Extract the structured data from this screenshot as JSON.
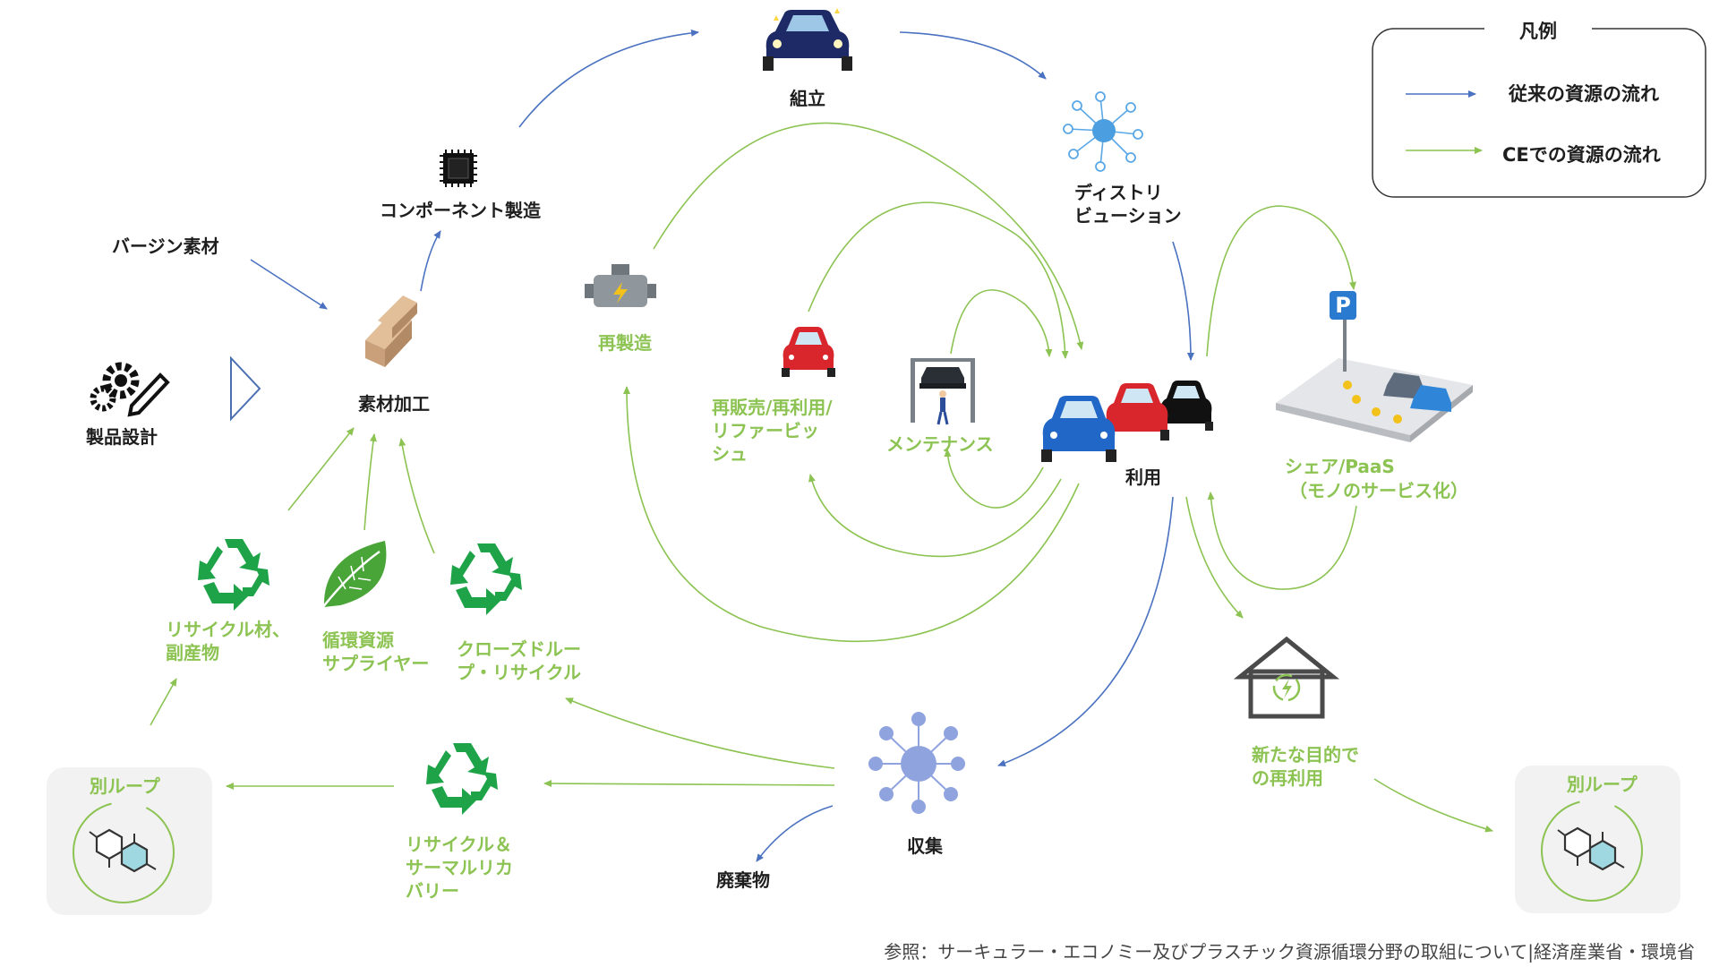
{
  "nodes": {
    "product_design": "製品設計",
    "virgin_material": "バージン素材",
    "material_processing": "素材加工",
    "component_manufacturing": "コンポーネント製造",
    "assembly": "組立",
    "distribution_line1": "ディストリ",
    "distribution_line2": "ビューション",
    "use": "利用",
    "remanufacturing": "再製造",
    "resale_line1": "再販売/再利用/",
    "resale_line2": "リファービッ",
    "resale_line3": "シュ",
    "maintenance": "メンテナンス",
    "share_line1": "シェア/PaaS",
    "share_line2": "（モノのサービス化）",
    "repurpose_line1": "新たな目的で",
    "repurpose_line2": "の再利用",
    "collection": "収集",
    "waste": "廃棄物",
    "recycle_thermal_line1": "リサイクル＆",
    "recycle_thermal_line2": "サーマルリカ",
    "recycle_thermal_line3": "バリー",
    "closed_loop_line1": "クローズドルー",
    "closed_loop_line2": "プ・リサイクル",
    "circular_supplier_line1": "循環資源",
    "circular_supplier_line2": "サプライヤー",
    "recycled_material_line1": "リサイクル材、",
    "recycled_material_line2": "副産物",
    "other_loop_left": "別ループ",
    "other_loop_right": "別ループ"
  },
  "legend": {
    "title": "凡例",
    "traditional": "従来の資源の流れ",
    "ce": "CEでの資源の流れ"
  },
  "source": "参照：サーキュラー・エコノミー及びプラスチック資源循環分野の取組について|経済産業省・環境省",
  "colors": {
    "traditional_flow": "#4a72c0",
    "ce_flow": "#8cc352",
    "text_dark": "#1e1e1e",
    "recycle_green": "#1fa348"
  }
}
